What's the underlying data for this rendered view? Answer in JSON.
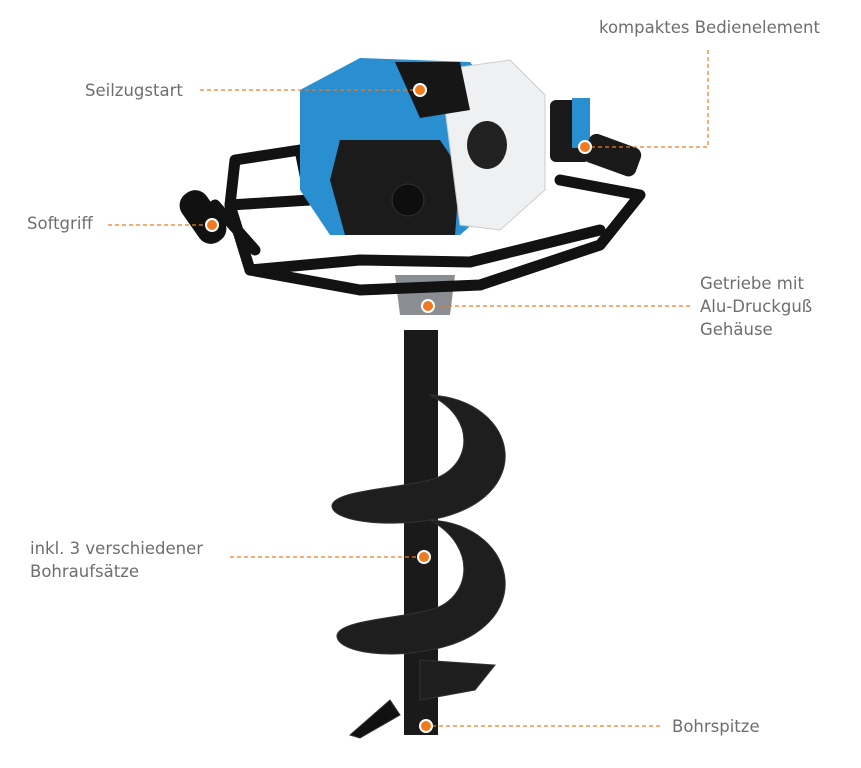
{
  "accent_color": "#f07a1f",
  "product_colors": {
    "housing": "#2a8fd0",
    "frame": "#151515",
    "tank": "#eef0f2"
  },
  "callouts": [
    {
      "id": "control",
      "lines": [
        "kompaktes Bedienelement"
      ]
    },
    {
      "id": "pull-start",
      "lines": [
        "Seilzugstart"
      ]
    },
    {
      "id": "soft-grip",
      "lines": [
        "Softgriff"
      ]
    },
    {
      "id": "gearbox",
      "lines": [
        "Getriebe mit",
        "Alu-Druckguß",
        "Gehäuse"
      ]
    },
    {
      "id": "drill-bits",
      "lines": [
        "inkl. 3 verschiedener",
        "Bohraufsätze"
      ]
    },
    {
      "id": "drill-tip",
      "lines": [
        "Bohrspitze"
      ]
    }
  ]
}
